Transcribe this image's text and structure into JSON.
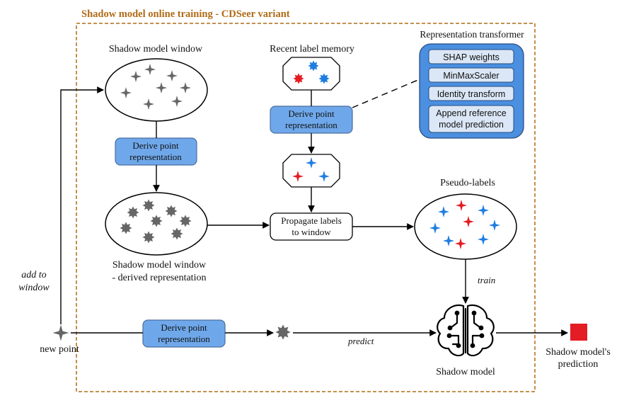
{
  "frame": {
    "title": "Shadow model online training - CDSeer variant",
    "title_color": "#b06b16",
    "border_color": "#b06b16"
  },
  "nodes": {
    "shadow_window": "Shadow model window",
    "recent_memory": "Recent label memory",
    "derive_top": [
      "Derive point",
      "representation"
    ],
    "derive_left": [
      "Derive point",
      "representation"
    ],
    "derived_window": [
      "Shadow model window",
      "- derived representation"
    ],
    "propagate": [
      "Propagate labels",
      "to window"
    ],
    "pseudo_labels": "Pseudo-labels",
    "shadow_model": "Shadow model",
    "derive_bottom": [
      "Derive point",
      "representation"
    ],
    "new_point": "new point",
    "prediction": [
      "Shadow model's",
      "prediction"
    ]
  },
  "representation_transformer": {
    "title": "Representation transformer",
    "items": [
      "SHAP weights",
      "MinMaxScaler",
      "Identity transform",
      [
        "Append reference",
        "model prediction"
      ]
    ]
  },
  "edges": {
    "add_to_window": [
      "add to",
      "window"
    ],
    "train": "train",
    "predict": "predict"
  },
  "colors": {
    "box_fill": "#6fa8ea",
    "box_stroke": "#4a6fa0",
    "panel_fill": "#4a8fe0",
    "panel_item_fill": "#dbe7f6",
    "red": "#e41c23",
    "blue": "#1e7de0",
    "gray": "#666666",
    "prediction": "#e41c23"
  },
  "icons": [
    "four-point-star-icon",
    "eight-point-star-icon",
    "brain-circuit-icon",
    "square-icon"
  ]
}
